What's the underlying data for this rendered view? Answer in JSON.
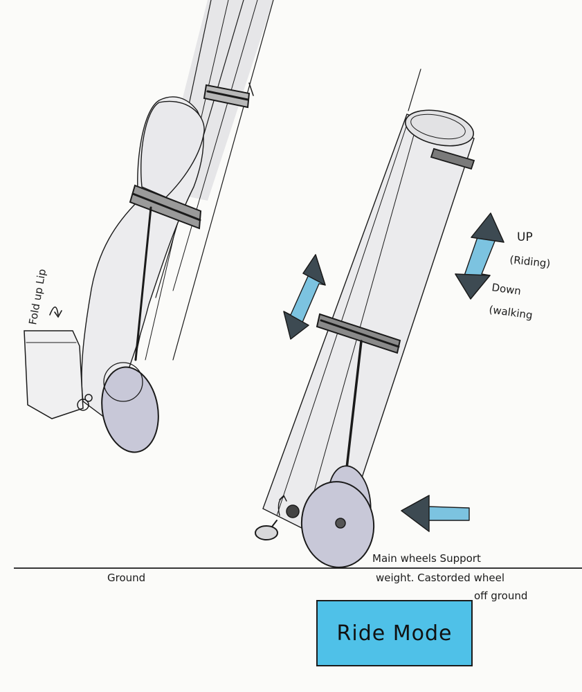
{
  "labels": {
    "fold_up_lip": "Fold up Lip",
    "up": "UP",
    "riding": "(Riding)",
    "down": "Down",
    "walking": "(walking",
    "ground": "Ground",
    "main_wheels_line1": "Main wheels Support",
    "main_wheels_line2": "weight. Castorded wheel",
    "main_wheels_line3": "off ground",
    "mode_title": "Ride Mode"
  },
  "colors": {
    "ink": "#1a1a1a",
    "tube_shade": "#e4e4e6",
    "wheel_fill": "#c8c8d8",
    "arrow_blue": "#7cc3e0",
    "arrow_dark": "#3d4a52",
    "label_blue": "#4fc1e8"
  }
}
